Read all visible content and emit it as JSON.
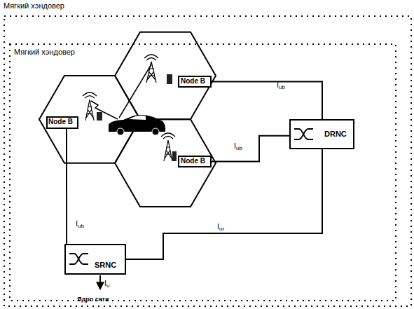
{
  "diagram": {
    "nodes": [
      {
        "text": [
          "Мягкий хэндовер"
        ]
      },
      {
        "text": [
          "Мягкий хэндовер"
        ],
        "in": 0
      },
      {
        "text": [
          "Node B"
        ],
        "in": 1
      },
      {
        "text": [
          "Node B"
        ],
        "in": 1
      },
      {
        "text": [
          "DRNC"
        ],
        "in": 1
      },
      {
        "text": [
          "Node B"
        ],
        "in": 1
      },
      {
        "text": [
          "SRNC"
        ],
        "in": 1
      }
    ],
    "edges": [
      {
        "from": 2,
        "to": 4,
        "arrow": "none",
        "label": "Iub"
      },
      {
        "from": 5,
        "to": 4,
        "arrow": "none",
        "label": "Iub"
      },
      {
        "from": 3,
        "to": 6,
        "arrow": "none",
        "label": "Iub"
      },
      {
        "from": 6,
        "to": 4,
        "arrow": "none",
        "label": "Iur"
      }
    ],
    "labels": [
      "Iu",
      "Ядро сети"
    ]
  }
}
